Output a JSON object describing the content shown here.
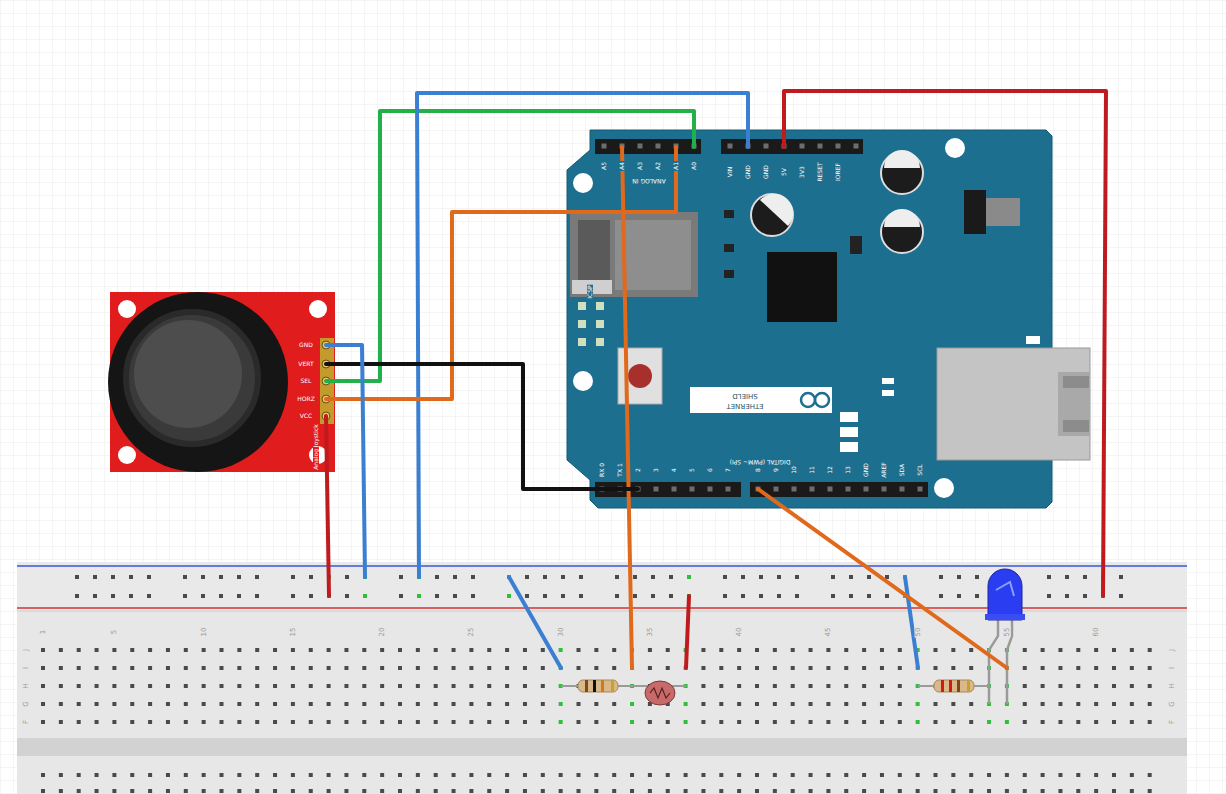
{
  "diagram": {
    "labels": [
      "A5",
      "A4",
      "A3",
      "A2",
      "A1",
      "A0",
      "ANALOG IN",
      "VIN",
      "GND",
      "GND",
      "5V",
      "3V3",
      "RESET",
      "IOREF",
      "ICSP",
      "ETHERNET",
      "SHIELD",
      "DIGITAL (PWM~ SPI)",
      "RX 0",
      "TX 1",
      "2",
      "3",
      "4",
      "5",
      "6",
      "7",
      "8",
      "9",
      "10",
      "11",
      "12",
      "13",
      "GND",
      "AREF",
      "SDA",
      "SCL",
      "GND",
      "VERT",
      "SEL",
      "HORZ",
      "VCC",
      "Analog Joystick",
      "1",
      "5",
      "10",
      "15",
      "20",
      "25",
      "30",
      "35",
      "40",
      "45",
      "50",
      "55",
      "60",
      "J",
      "I",
      "H",
      "G",
      "F",
      "J",
      "I",
      "H",
      "G",
      "F"
    ]
  }
}
